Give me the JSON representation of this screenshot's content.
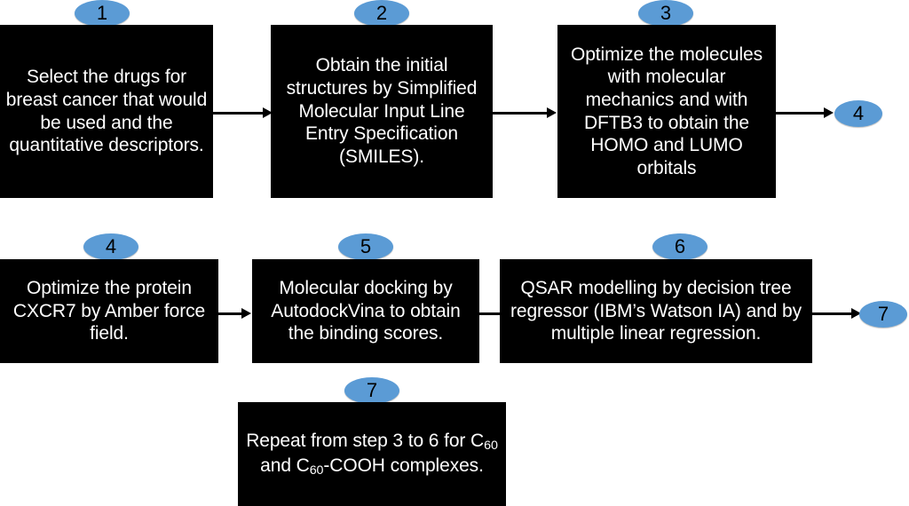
{
  "diagram": {
    "title": "Computational workflow flowchart",
    "accent_color": "#5B9BD5",
    "box_color": "#000000",
    "text_color": "#FFFFFF",
    "background_color": "#FFFFFF",
    "steps": [
      {
        "id": "1",
        "badge": "1",
        "text": "Select the drugs for breast cancer that would be used and the quantitative descriptors."
      },
      {
        "id": "2",
        "badge": "2",
        "text": "Obtain the initial structures by Simplified Molecular Input Line Entry Specification (SMILES)."
      },
      {
        "id": "3",
        "badge": "3",
        "text": "Optimize the molecules with molecular mechanics and with DFTB3 to obtain the HOMO and LUMO orbitals"
      },
      {
        "id": "4",
        "badge": "4",
        "text": "Optimize the protein CXCR7 by Amber force field."
      },
      {
        "id": "5",
        "badge": "5",
        "text": "Molecular docking by AutodockVina to obtain the binding scores."
      },
      {
        "id": "6",
        "badge": "6",
        "text": "QSAR modelling by decision tree regressor (IBM’s Watson IA) and by multiple linear regression."
      },
      {
        "id": "7",
        "badge": "7",
        "text_html": "Repeat from step 3 to 6 for C<sub>60</sub> and C<sub>60</sub>-COOH complexes.",
        "text": "Repeat from step 3 to 6 for C60 and C60-COOH complexes."
      }
    ],
    "continuation_markers": [
      {
        "id": "row1-end",
        "label": "4"
      },
      {
        "id": "row2-end",
        "label": "7"
      }
    ],
    "connections": [
      {
        "from": "1",
        "to": "2"
      },
      {
        "from": "2",
        "to": "3"
      },
      {
        "from": "3",
        "to": "row1-end"
      },
      {
        "from": "4",
        "to": "5"
      },
      {
        "from": "5",
        "to": "6"
      },
      {
        "from": "6",
        "to": "row2-end"
      }
    ]
  }
}
